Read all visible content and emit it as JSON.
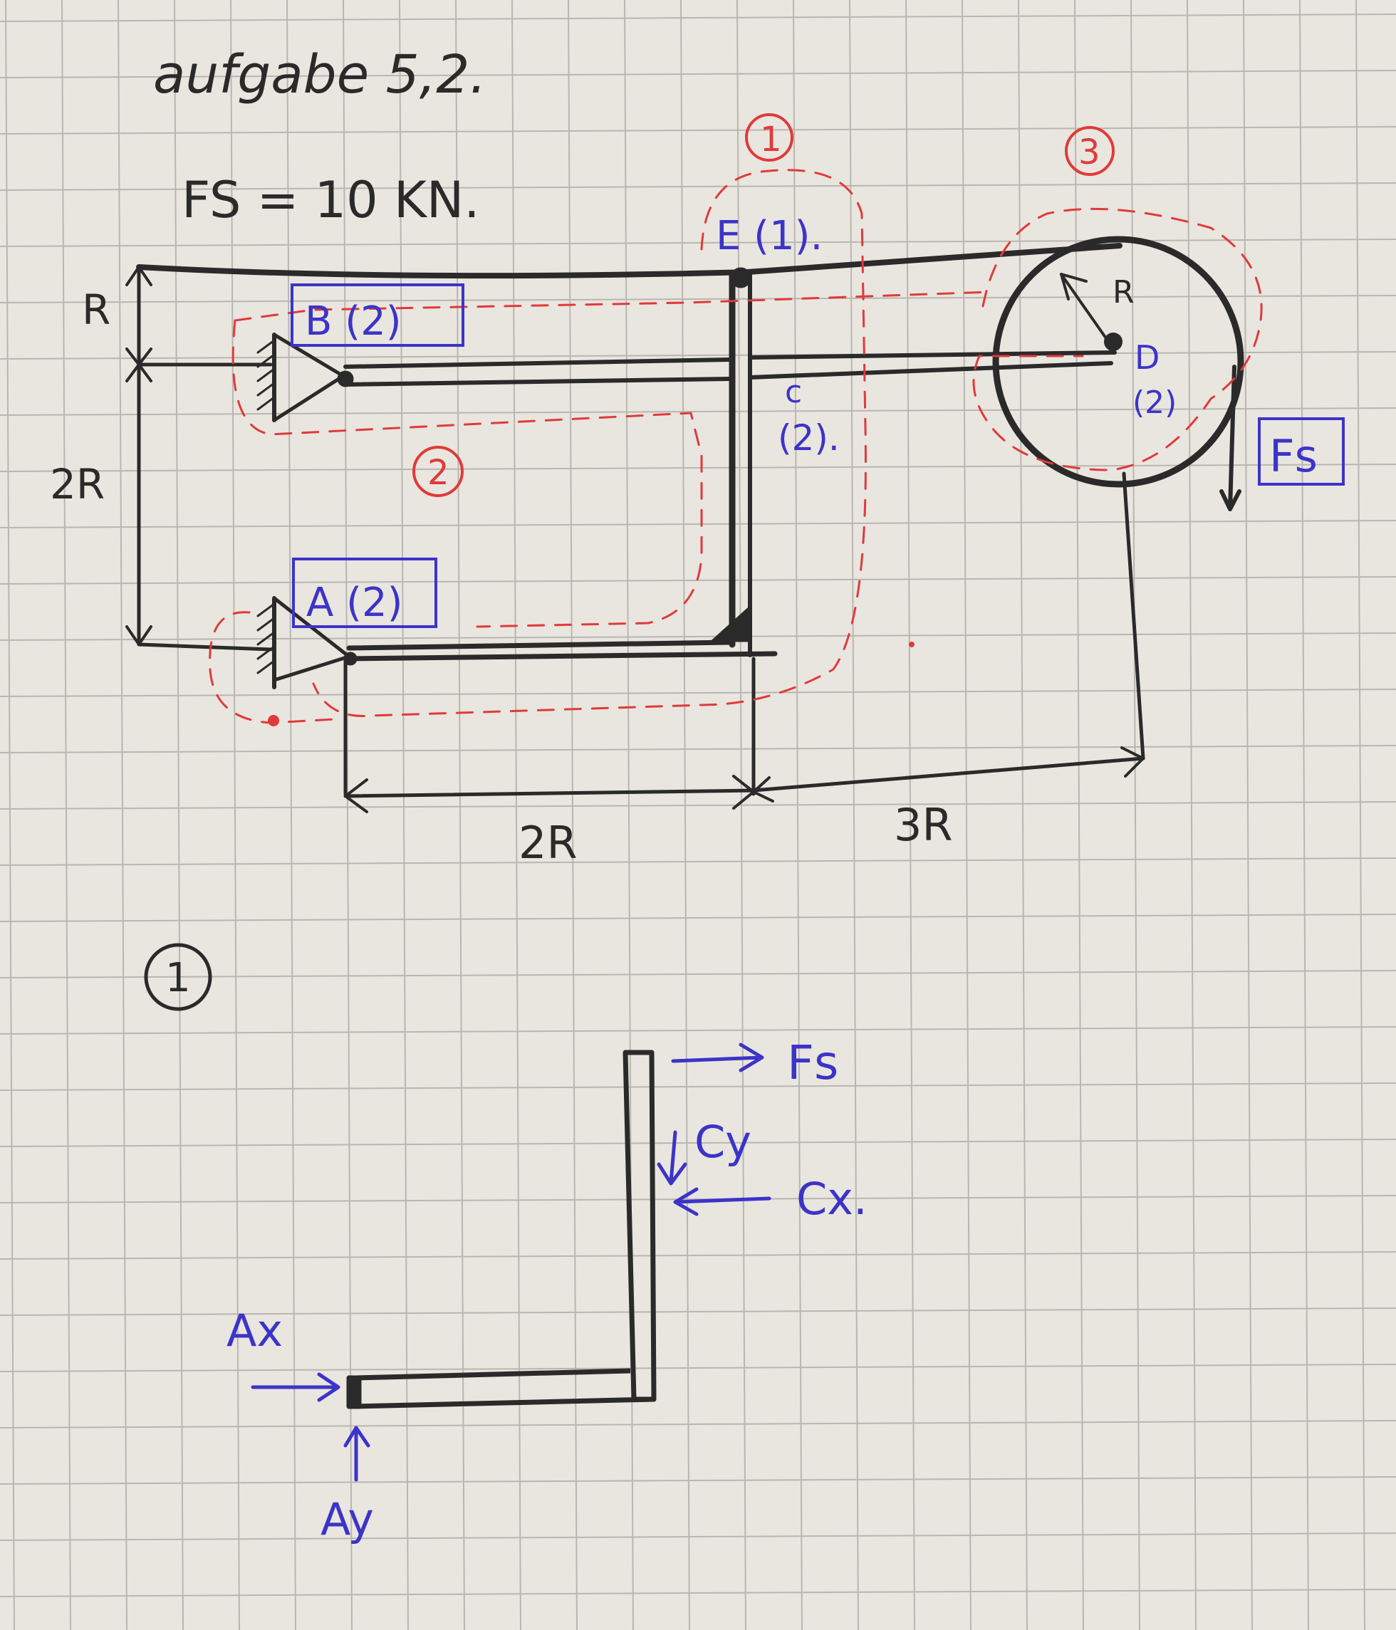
{
  "header": {
    "title": "aufgabe 5,2.",
    "given": "FS = 10 KN."
  },
  "labels": {
    "R_left": "R",
    "R_circle": "R",
    "two_R_left": "2R",
    "two_R_bottom": "2R",
    "three_R_bottom": "3R",
    "E": "E (1).",
    "B": "B (2)",
    "A": "A (2)",
    "C_letter": "c",
    "C_num": "(2).",
    "D_letter": "D",
    "D_num": "(2)",
    "Fs_box": "Fs"
  },
  "regions": {
    "one": "1",
    "two": "2",
    "three": "3"
  },
  "fbd": {
    "number": "1",
    "Fs": "Fs",
    "Cy": "Cy",
    "Cx": "Cx.",
    "Ax": "Ax",
    "Ay": "Ay"
  },
  "colors": {
    "ink": "#2a2a2a",
    "red": "#e03a3a",
    "blue": "#3c34c8",
    "paper": "#e9e6df",
    "grid": "#b9b6b1"
  }
}
